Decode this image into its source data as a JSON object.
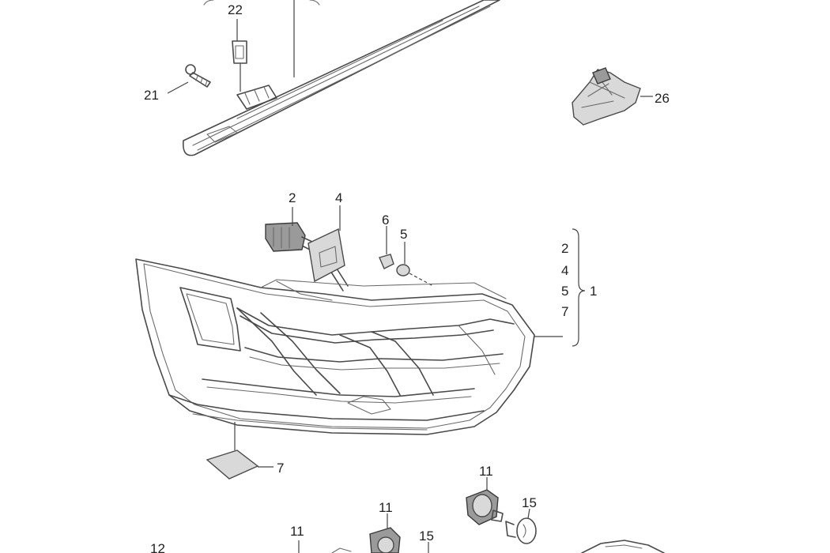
{
  "callouts": {
    "c22": "22",
    "c21": "21",
    "c26": "26",
    "c2_conn": "2",
    "c4_seal": "4",
    "c6": "6",
    "c5": "5",
    "c2_group": "2",
    "c4_group": "4",
    "c5_group": "5",
    "c7_group": "7",
    "c1": "1",
    "c7_pad": "7",
    "c11_a": "11",
    "c15_a": "15",
    "c11_b": "11",
    "c11_c": "11",
    "c15_b": "15",
    "c12": "12"
  },
  "colors": {
    "line": "#4a4a4a",
    "text": "#222222",
    "background": "#ffffff"
  }
}
